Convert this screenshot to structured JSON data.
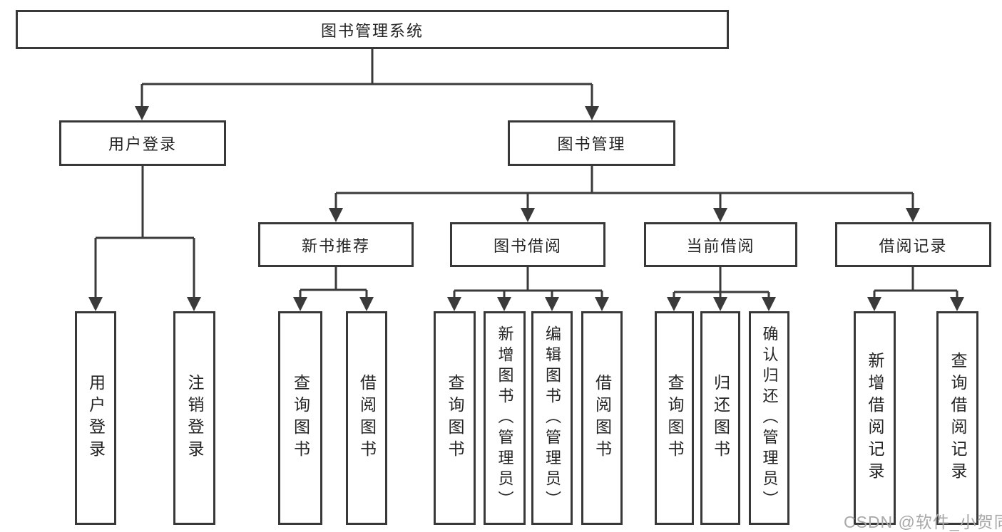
{
  "diagram": {
    "root": "图书管理系统",
    "branches": [
      "用户登录",
      "图书管理"
    ],
    "modules": [
      "新书推荐",
      "图书借阅",
      "当前借阅",
      "借阅记录"
    ],
    "leaves": [
      "用户登录",
      "注销登录",
      "查询图书",
      "借阅图书",
      "查询图书",
      "新增图书（管理员）",
      "编辑图书（管理员）",
      "借阅图书",
      "查询图书",
      "归还图书",
      "确认归还（管理员）",
      "新增借阅记录",
      "查询借阅记录"
    ],
    "watermark": "CSDN @软件_小贺同学",
    "colors": {
      "line": "#3a3a3a",
      "border": "#383838",
      "text": "#242424",
      "background": "#ffffff",
      "watermark": "#a8a8a8"
    }
  }
}
